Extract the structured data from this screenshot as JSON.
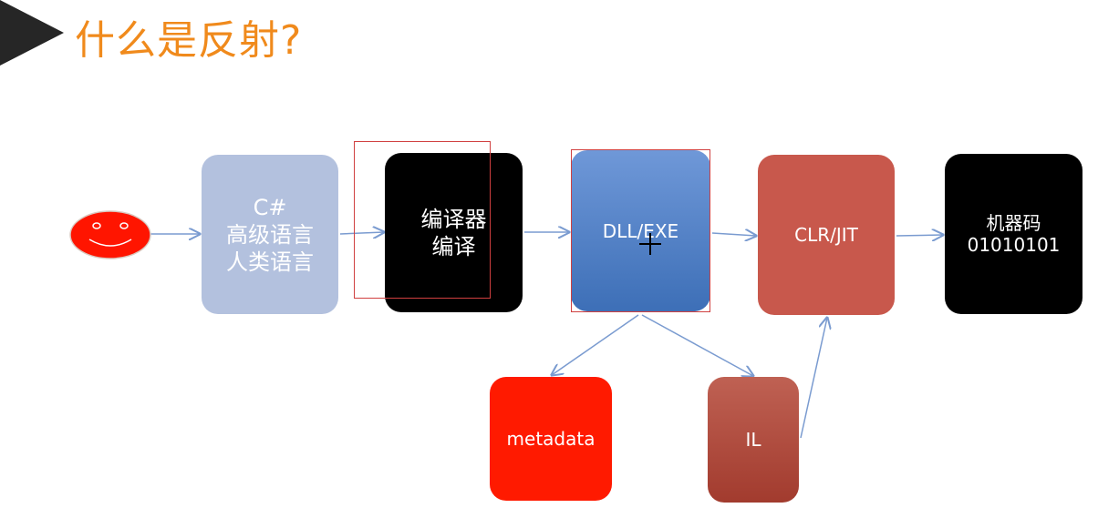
{
  "title": "什么是反射?",
  "colors": {
    "title": "#f08a1c",
    "arrow": "#7a9bd0",
    "csharp_box": "#b3c1de",
    "compiler_box": "#000000",
    "dll_box": "#4a7bc2",
    "clr_box": "#c8584c",
    "machine_box": "#000000",
    "metadata_box": "#ff1a00",
    "il_box": "#b24a3e",
    "highlight_frame": "#d04040"
  },
  "nodes": {
    "user": {
      "icon": "smiley-face-icon"
    },
    "csharp": {
      "line1": "C#",
      "line2": "高级语言",
      "line3": "人类语言"
    },
    "compiler": {
      "line1": "编译器",
      "line2": "编译"
    },
    "dll": {
      "label": "DLL/EXE"
    },
    "clr": {
      "label": "CLR/JIT"
    },
    "machine": {
      "line1": "机器码",
      "line2": "01010101"
    },
    "metadata": {
      "label": "metadata"
    },
    "il": {
      "label": "IL"
    }
  }
}
